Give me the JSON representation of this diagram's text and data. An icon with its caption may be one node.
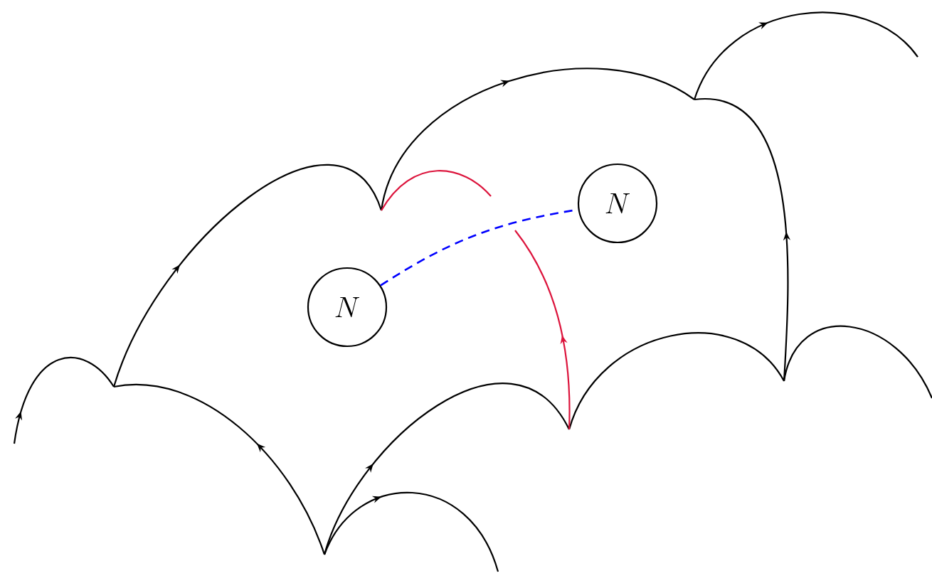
{
  "diagram": {
    "nodes": [
      {
        "text": [
          "N"
        ]
      },
      {
        "text": [
          "N"
        ]
      }
    ],
    "edges": [
      {
        "from": 0,
        "to": 1,
        "arrow": "none",
        "style": "dashed",
        "color": "#0000ff"
      }
    ]
  }
}
